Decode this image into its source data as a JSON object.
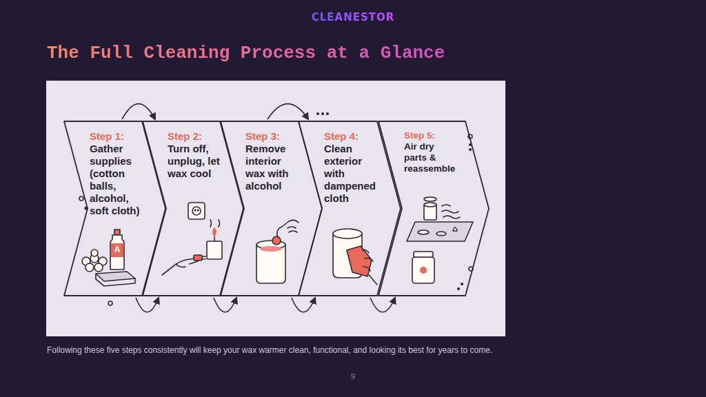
{
  "diagram": {
    "title": "The Full Cleaning Process at a Glance",
    "caption": "Following these five steps consistently will keep your wax warmer clean, functional, and looking its best for years to come.",
    "nodes": [
      {
        "text": [
          "Step 1:",
          "Gather supplies (cotton balls, alcohol, soft cloth)"
        ]
      },
      {
        "text": [
          "Step 2:",
          "Turn off, unplug, let wax cool"
        ]
      },
      {
        "text": [
          "Step 3:",
          "Remove interior wax with alcohol"
        ]
      },
      {
        "text": [
          "Step 4:",
          "Clean exterior with dampened cloth"
        ]
      },
      {
        "text": [
          "Step 5:",
          "Air dry parts & reassemble"
        ]
      }
    ],
    "edges": [
      {
        "from": 0,
        "to": 1,
        "arrow": "to"
      },
      {
        "from": 2,
        "to": 3,
        "arrow": "to"
      },
      {
        "from": 0,
        "to": 1,
        "arrow": "to"
      },
      {
        "from": 1,
        "to": 2,
        "arrow": "to"
      },
      {
        "from": 2,
        "to": 3,
        "arrow": "to"
      },
      {
        "from": 3,
        "to": 4,
        "arrow": "to"
      }
    ],
    "labels": [
      "CLEANESTOR",
      "A",
      "9"
    ]
  }
}
